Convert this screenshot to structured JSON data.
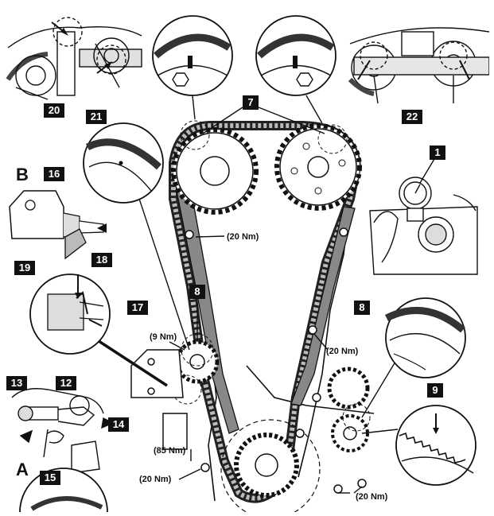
{
  "callouts": [
    "7",
    "8",
    "1",
    "9",
    "12",
    "13",
    "14",
    "15",
    "16",
    "17",
    "18",
    "19",
    "20",
    "21",
    "22",
    "8"
  ],
  "view_labels": {
    "a": "A",
    "b": "B"
  },
  "torques": {
    "t20_upper": "(20 Nm)",
    "t9": "(9 Nm)",
    "t20_right": "(20 Nm)",
    "t85": "(85 Nm)",
    "t20_lower_left": "(20 Nm)",
    "t20_lower_right": "(20 Nm)"
  },
  "colors": {
    "line": "#111111",
    "chain": "#555555",
    "box": "#111111",
    "paper": "#ffffff"
  }
}
